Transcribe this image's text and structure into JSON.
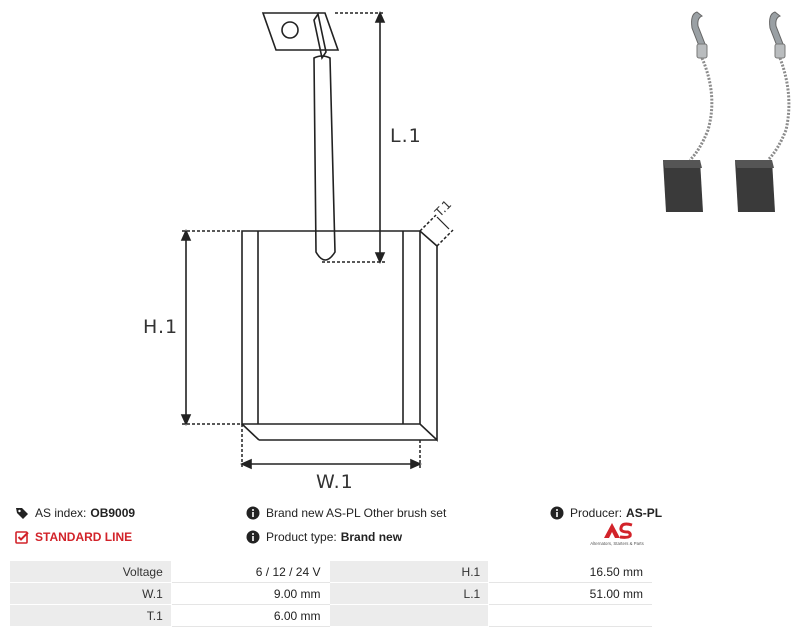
{
  "diagram": {
    "labels": {
      "l1": "L.1",
      "h1": "H.1",
      "w1": "W.1",
      "t1": "T.1"
    }
  },
  "info": {
    "as_index_label": "AS index:",
    "as_index_value": "OB9009",
    "description": "Brand new AS-PL Other brush set",
    "producer_label": "Producer:",
    "producer_value": "AS-PL",
    "standard_line": "STANDARD LINE",
    "product_type_label": "Product type:",
    "product_type_value": "Brand new"
  },
  "logo": {
    "mark": "AS",
    "tagline": "Alternators, Starters & Parts"
  },
  "specs": {
    "rows": [
      {
        "l1": "Voltage",
        "v1": "6 / 12 / 24 V",
        "l2": "H.1",
        "v2": "16.50 mm"
      },
      {
        "l1": "W.1",
        "v1": "9.00 mm",
        "l2": "L.1",
        "v2": "51.00 mm"
      },
      {
        "l1": "T.1",
        "v1": "6.00 mm",
        "l2": "",
        "v2": ""
      }
    ]
  },
  "colors": {
    "accent_red": "#d2232a",
    "label_bg": "#ececec"
  }
}
